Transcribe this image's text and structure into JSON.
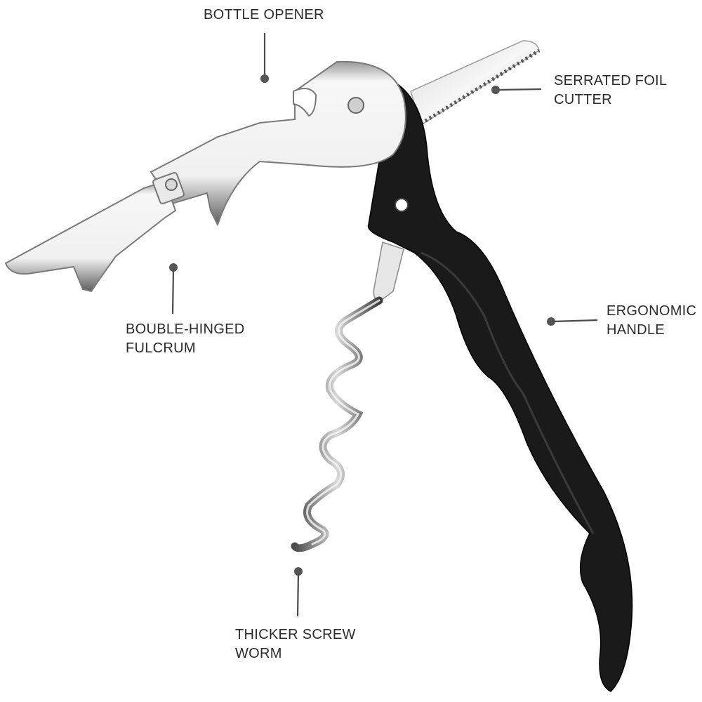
{
  "diagram": {
    "subject": "Waiter's corkscrew",
    "colors": {
      "background": "#ffffff",
      "label_text": "#2b2b2b",
      "leader": "#4a4a4a",
      "handle": "#1a1a1a",
      "steel_light": "#f2f2f2",
      "steel_dark": "#6e6e6e"
    },
    "callouts": [
      {
        "id": "bottle-opener",
        "lines": [
          "BOTTLE OPENER"
        ]
      },
      {
        "id": "foil-cutter",
        "lines": [
          "SERRATED FOIL",
          "CUTTER"
        ]
      },
      {
        "id": "fulcrum",
        "lines": [
          "BOUBLE-HINGED",
          "FULCRUM"
        ]
      },
      {
        "id": "handle",
        "lines": [
          "ERGONOMIC",
          "HANDLE"
        ]
      },
      {
        "id": "screw-worm",
        "lines": [
          "THICKER SCREW",
          "WORM"
        ]
      }
    ]
  }
}
